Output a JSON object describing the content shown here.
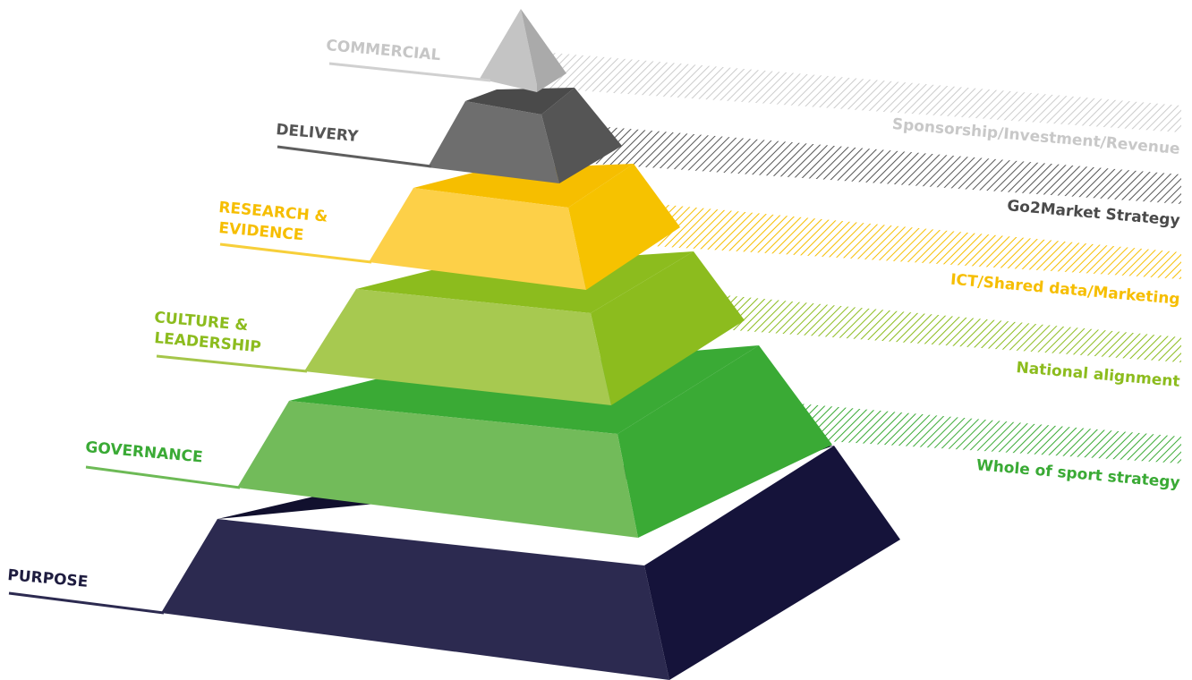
{
  "diagram": {
    "levels": [
      {
        "id": "commercial",
        "label_lines": [
          "COMMERCIAL"
        ],
        "right_label": "Sponsorship/Investment/Revenue",
        "color": "#cfcfcf"
      },
      {
        "id": "delivery",
        "label_lines": [
          "DELIVERY"
        ],
        "right_label": "Go2Market Strategy",
        "color": "#5e5e5e"
      },
      {
        "id": "research",
        "label_lines": [
          "RESEARCH &",
          "EVIDENCE"
        ],
        "right_label": "ICT/Shared data/Marketing",
        "color": "#f6be00"
      },
      {
        "id": "culture",
        "label_lines": [
          "CULTURE &",
          "LEADERSHIP"
        ],
        "right_label": "National alignment",
        "color": "#8cbc1e"
      },
      {
        "id": "governance",
        "label_lines": [
          "GOVERNANCE"
        ],
        "right_label": "Whole of sport strategy",
        "color": "#3aaa35"
      },
      {
        "id": "purpose",
        "label_lines": [
          "PURPOSE"
        ],
        "right_label": "",
        "color": "#1f1d40"
      }
    ]
  }
}
